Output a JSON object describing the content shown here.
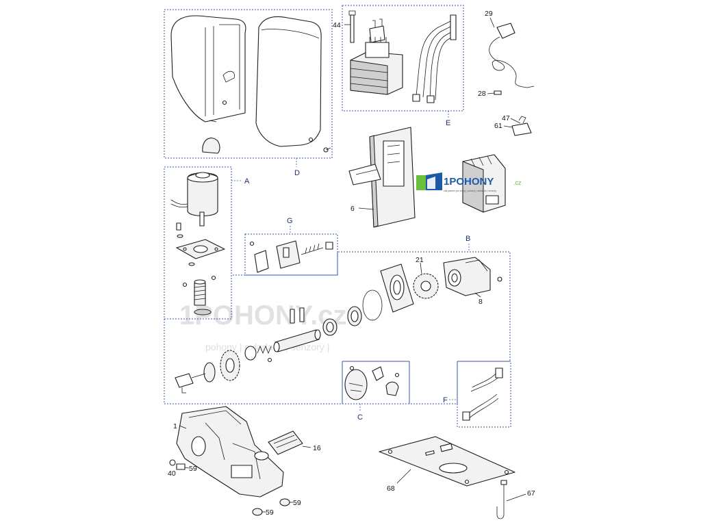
{
  "logo": {
    "text": "1POHONY",
    "suffix": ".cz",
    "tagline": "váš partner pro brány | pohony | ovladače | senzory",
    "color_green": "#6cbf3c",
    "color_blue": "#1c5aa8"
  },
  "watermark": {
    "text": "1POHONY.cz",
    "tagline": "pohony | ovladače | senzory |"
  },
  "groups": {
    "A": "A",
    "B": "B",
    "C": "C",
    "D": "D",
    "E": "E",
    "F": "F",
    "G": "G"
  },
  "parts": {
    "p1": "1",
    "p6": "6",
    "p8": "8",
    "p16": "16",
    "p21": "21",
    "p28": "28",
    "p29": "29",
    "p40": "40",
    "p44": "44",
    "p47": "47",
    "p59a": "59",
    "p59b": "59",
    "p59c": "59",
    "p61": "61",
    "p67": "67",
    "p68": "68"
  },
  "colors": {
    "group_box": "#3355aa",
    "group_label": "#1d2f6f",
    "line_art": "#1a1a1a"
  }
}
